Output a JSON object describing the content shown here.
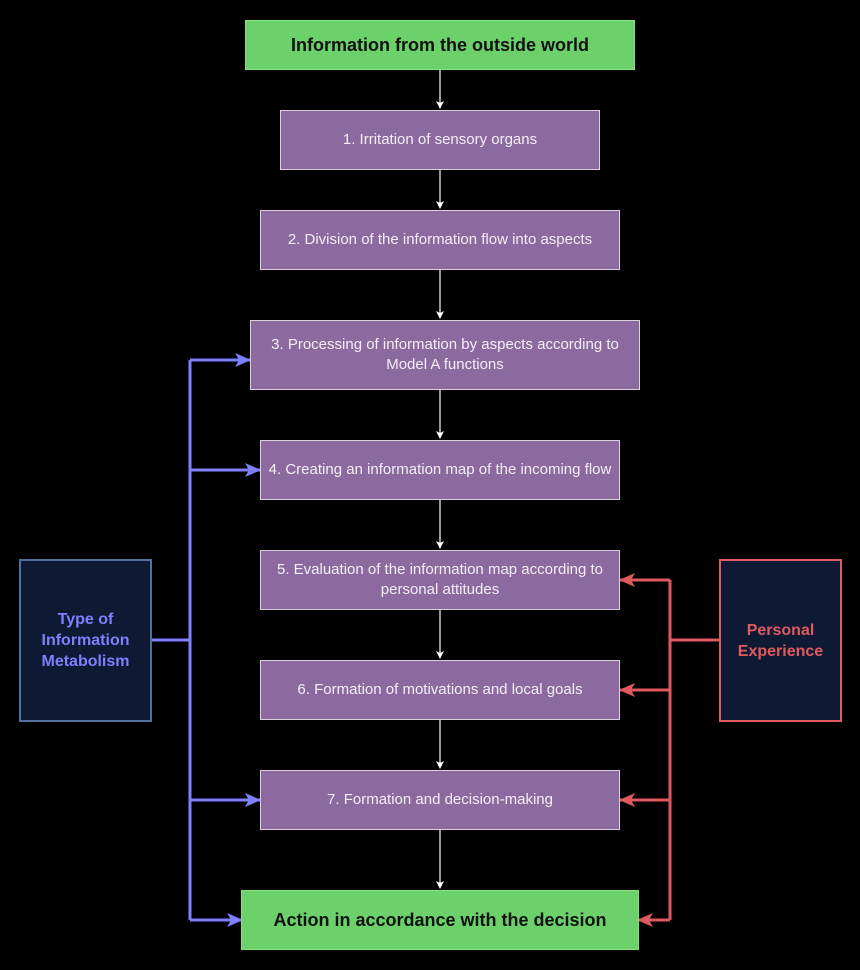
{
  "diagram": {
    "input_node": "Information from the outside world",
    "steps": [
      "1. Irritation of sensory organs",
      "2. Division of the information flow into aspects",
      "3. Processing of information by aspects according to Model A functions",
      "4. Creating an information map of the incoming flow",
      "5. Evaluation of the information map according to personal attitudes",
      "6. Formation of motivations and local goals",
      "7. Formation and decision-making"
    ],
    "output_node": "Action in accordance with the decision",
    "left_influence": {
      "label": "Type of Information Metabolism",
      "targets": [
        "step-3",
        "step-4",
        "step-7",
        "output-node"
      ]
    },
    "right_influence": {
      "label": "Personal Experience",
      "targets": [
        "step-5",
        "step-6",
        "step-7",
        "output-node"
      ]
    }
  },
  "colors": {
    "background": "#000000",
    "green_node": "#6cd16a",
    "step_node": "#8c6a9f",
    "side_node": "#0e1a33",
    "left_arrow": "#7f7fff",
    "right_arrow": "#e0595f",
    "flow_arrow": "#ffffff"
  }
}
